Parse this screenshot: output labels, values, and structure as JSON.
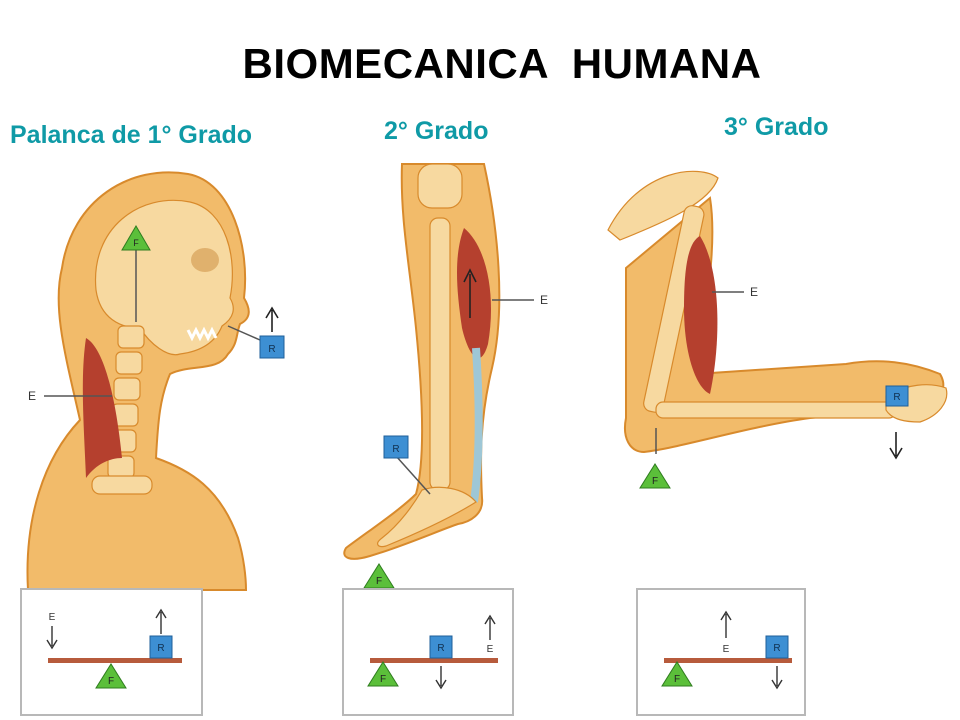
{
  "title": "BIOMECANICA  HUMANA",
  "colors": {
    "heading": "#0f9aa6",
    "skin": "#f2bb6a",
    "skin_dark": "#d88a2c",
    "bone": "#f7d9a0",
    "muscle": "#b5402e",
    "lever": "#b75b3c",
    "fulcrum": "#5bbf3a",
    "resistance": "#3d8fd3"
  },
  "levers": [
    {
      "heading": "Palanca de 1° Grado",
      "effort": "E",
      "resistance": "R",
      "fulcrum": "F"
    },
    {
      "heading": "2° Grado",
      "effort": "E",
      "resistance": "R",
      "fulcrum": "F"
    },
    {
      "heading": "3° Grado",
      "effort": "E",
      "resistance": "R",
      "fulcrum": "F"
    }
  ]
}
